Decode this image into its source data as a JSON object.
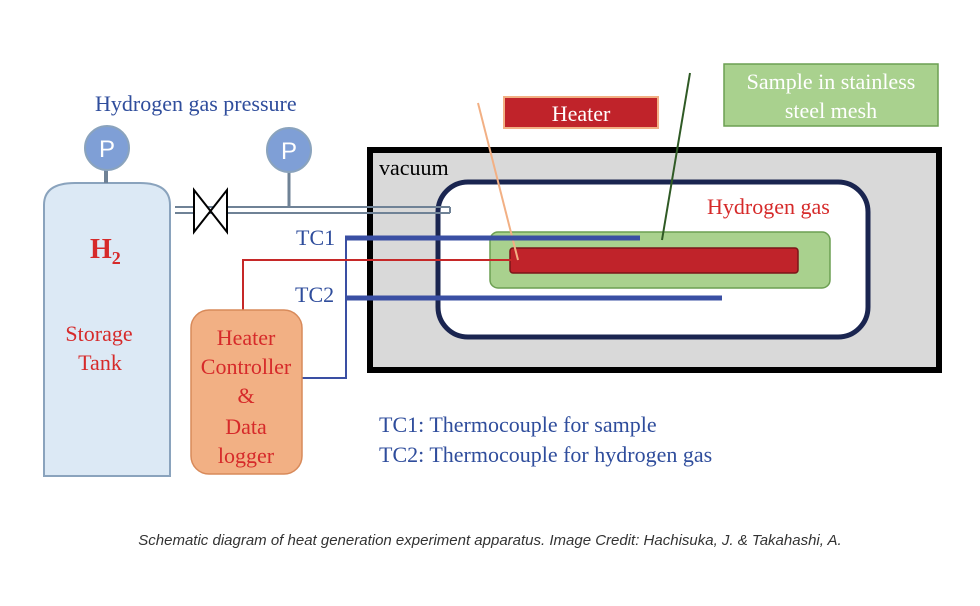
{
  "labels": {
    "pressure": "Hydrogen gas pressure",
    "gauge_symbol": "P",
    "h2_main": "H",
    "h2_sub": "2",
    "storage_line1": "Storage",
    "storage_line2": "Tank",
    "controller_line1": "Heater",
    "controller_line2": "Controller",
    "controller_line3": "&",
    "controller_line4": "Data",
    "controller_line5": "logger",
    "heater": "Heater",
    "sample_line1": "Sample in stainless",
    "sample_line2": "steel mesh",
    "vacuum": "vacuum",
    "hydrogen_gas": "Hydrogen gas",
    "tc1": "TC1",
    "tc2": "TC2",
    "legend_tc1": "TC1: Thermocouple for sample",
    "legend_tc2": "TC2: Thermocouple for hydrogen gas"
  },
  "caption": "Schematic diagram of heat generation experiment apparatus. Image Credit: Hachisuka, J. & Takahashi, A.",
  "colors": {
    "tank_fill": "#dce9f5",
    "tank_stroke": "#8aa3bd",
    "gauge_fill": "#7f9fd6",
    "controller_fill": "#f2b084",
    "red_text": "#d62a2a",
    "blue_text": "#2f4d9c",
    "wire_blue": "#3a4fa3",
    "wire_red": "#c62828",
    "vacuum_fill": "#d9d9d9",
    "chamber_stroke": "#1a2550",
    "sample_fill": "#a9d18e",
    "heater_fill": "#c0232a"
  }
}
